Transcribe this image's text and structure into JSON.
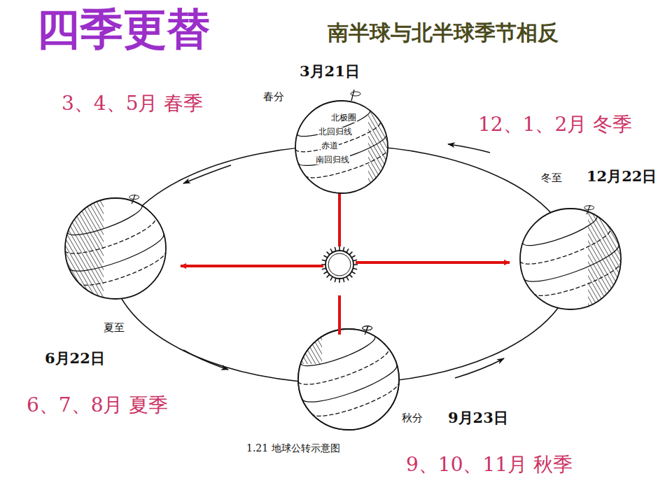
{
  "diagram": {
    "title": "四季更替",
    "nodes": [
      {
        "text": [
          "北极圈",
          "北回归线",
          "赤道",
          "南回归线"
        ]
      }
    ],
    "labels": [
      "南半球与北半球季节相反",
      "3月21日",
      "春分",
      "3、4、5月 春季",
      "12、1、2月 冬季",
      "冬至",
      "12月22日",
      "夏至",
      "6月22日",
      "6、7、8月 夏季",
      "秋分",
      "9月23日",
      "1.21 地球公转示意图",
      "9、10、11月 秋季"
    ]
  }
}
